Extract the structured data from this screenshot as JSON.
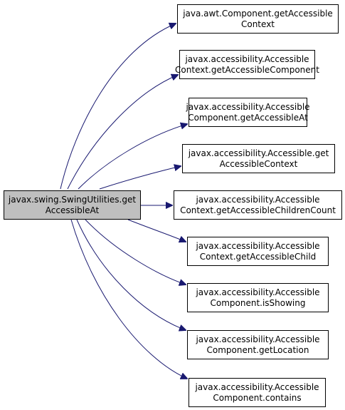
{
  "colors": {
    "edge": "#191970",
    "node_border": "#000000",
    "node_fill": "#ffffff",
    "root_fill": "#bfbfbf"
  },
  "root": {
    "line1": "javax.swing.SwingUtilities.get",
    "line2": "AccessibleAt"
  },
  "callees": [
    {
      "line1": "java.awt.Component.getAccessible",
      "line2": "Context"
    },
    {
      "line1": "javax.accessibility.Accessible",
      "line2": "Context.getAccessibleComponent"
    },
    {
      "line1": "javax.accessibility.Accessible",
      "line2": "Component.getAccessibleAt"
    },
    {
      "line1": "javax.accessibility.Accessible.get",
      "line2": "AccessibleContext"
    },
    {
      "line1": "javax.accessibility.Accessible",
      "line2": "Context.getAccessibleChildrenCount"
    },
    {
      "line1": "javax.accessibility.Accessible",
      "line2": "Context.getAccessibleChild"
    },
    {
      "line1": "javax.accessibility.Accessible",
      "line2": "Component.isShowing"
    },
    {
      "line1": "javax.accessibility.Accessible",
      "line2": "Component.getLocation"
    },
    {
      "line1": "javax.accessibility.Accessible",
      "line2": "Component.contains"
    }
  ]
}
